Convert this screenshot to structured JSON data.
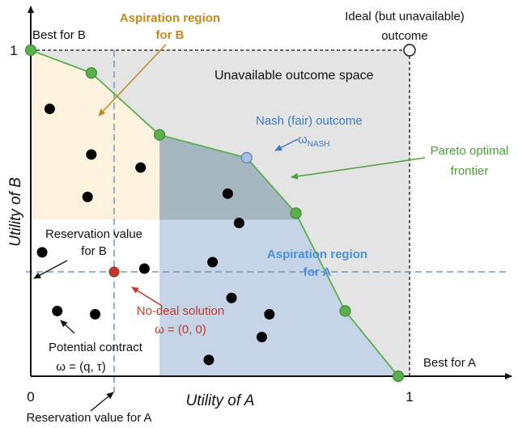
{
  "colors": {
    "unavailable_fill": "#e4e4e4",
    "aspiration_b_fill": "#fdf2de",
    "aspiration_a_fill": "#c5d5e7",
    "overlap_fill": "#a4b7c1",
    "pareto_line": "#5cae4f",
    "pareto_point": "#5cae4f",
    "contract_point": "#000000",
    "nash_point": "#a9bfe3",
    "no_deal_point": "#c0392b",
    "reservation_line": "#7a93b4",
    "label_orange": "#c08a1f",
    "label_blue": "#3c7cc8",
    "label_green": "#4f9c3c",
    "label_red": "#c0392b",
    "text_dark": "#111111"
  },
  "axes": {
    "x_label": "Utility of A",
    "y_label": "Utility of B",
    "x_origin_tick": "0",
    "x_max_tick": "1",
    "y_max_tick": "1"
  },
  "labels": {
    "best_for_b": "Best for B",
    "best_for_a": "Best for A",
    "ideal_line1": "Ideal (but unavailable)",
    "ideal_line2": "outcome",
    "unavailable_space": "Unavailable outcome space",
    "aspiration_b_line1": "Aspiration region",
    "aspiration_b_line2": "for B",
    "aspiration_a_line1": "Aspiration region",
    "aspiration_a_line2": "for A",
    "nash_outcome": "Nash (fair) outcome",
    "omega_nash": "ω",
    "omega_nash_sub": "NASH",
    "pareto_line1": "Pareto optimal",
    "pareto_line2": "frontier",
    "reservation_b_line1": "Reservation value",
    "reservation_b_line2": "for B",
    "reservation_a": "Reservation value for A",
    "no_deal_line1": "No-deal solution",
    "no_deal_line2": "ω = (0, 0)",
    "contract_line1": "Potential contract",
    "contract_line2": "ω = (q, τ)"
  },
  "reservation": {
    "a": 0.22,
    "b": 0.32
  },
  "pareto_frontier": [
    [
      0.0,
      1.0
    ],
    [
      0.16,
      0.93
    ],
    [
      0.34,
      0.74
    ],
    [
      0.57,
      0.67
    ],
    [
      0.7,
      0.5
    ],
    [
      0.83,
      0.2
    ],
    [
      0.97,
      0.0
    ]
  ],
  "nash_point": [
    0.57,
    0.67
  ],
  "contract_points": [
    [
      0.05,
      0.82
    ],
    [
      0.16,
      0.68
    ],
    [
      0.15,
      0.55
    ],
    [
      0.29,
      0.64
    ],
    [
      0.52,
      0.56
    ],
    [
      0.55,
      0.47
    ],
    [
      0.03,
      0.38
    ],
    [
      0.3,
      0.33
    ],
    [
      0.48,
      0.35
    ],
    [
      0.07,
      0.2
    ],
    [
      0.17,
      0.19
    ],
    [
      0.53,
      0.24
    ],
    [
      0.63,
      0.19
    ],
    [
      0.61,
      0.12
    ],
    [
      0.47,
      0.05
    ]
  ]
}
